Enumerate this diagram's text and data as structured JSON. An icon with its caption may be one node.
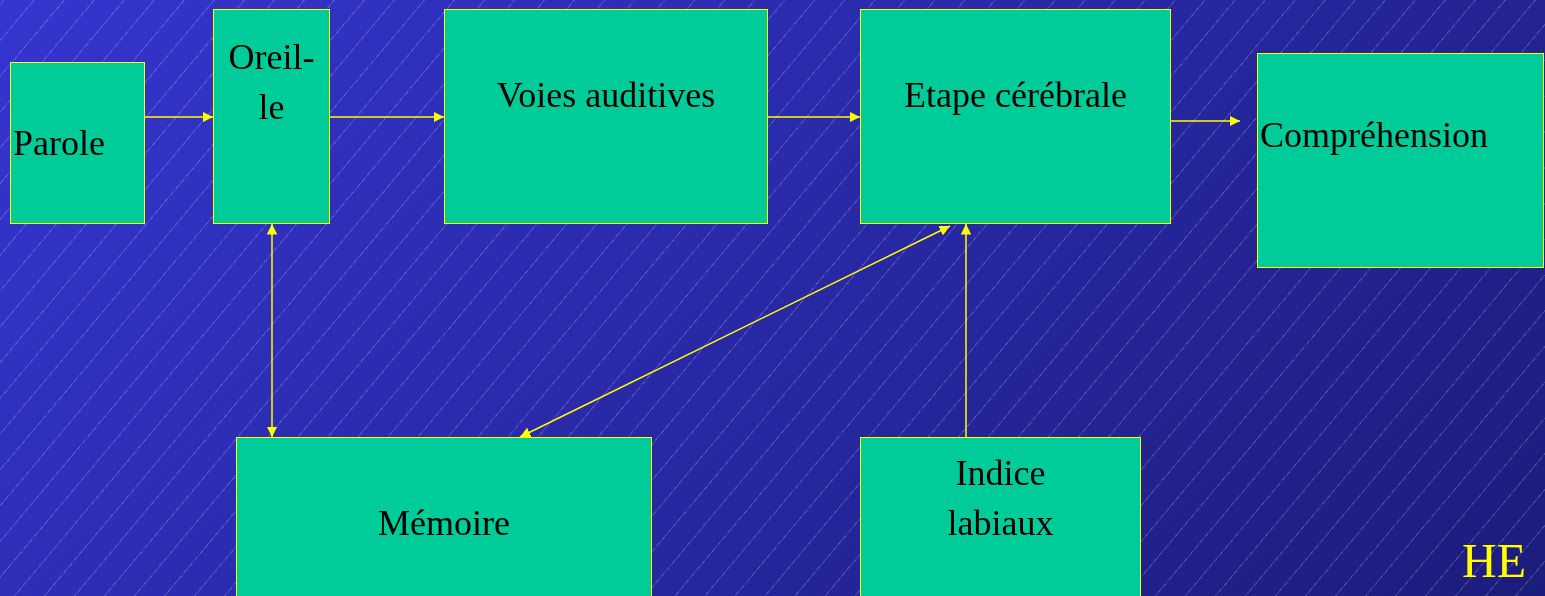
{
  "diagram": {
    "nodes": [
      {
        "text": [
          "Parole"
        ]
      },
      {
        "text": [
          "Oreil- le"
        ]
      },
      {
        "text": [
          "Voies auditives"
        ]
      },
      {
        "text": [
          "Etape cérébrale"
        ]
      },
      {
        "text": [
          "Compréhension"
        ]
      },
      {
        "text": [
          "Mémoire"
        ]
      },
      {
        "text": [
          "Indice labiaux"
        ]
      }
    ],
    "edges": [
      {
        "from": 0,
        "to": 1,
        "arrow": "to"
      },
      {
        "from": 1,
        "to": 2,
        "arrow": "to"
      },
      {
        "from": 2,
        "to": 3,
        "arrow": "to"
      },
      {
        "from": 3,
        "to": 4,
        "arrow": "to"
      },
      {
        "from": 1,
        "to": 5,
        "arrow": "both"
      },
      {
        "from": 3,
        "to": 5,
        "arrow": "both"
      },
      {
        "from": 6,
        "to": 3,
        "arrow": "to"
      }
    ],
    "labels": [
      "HE"
    ]
  }
}
